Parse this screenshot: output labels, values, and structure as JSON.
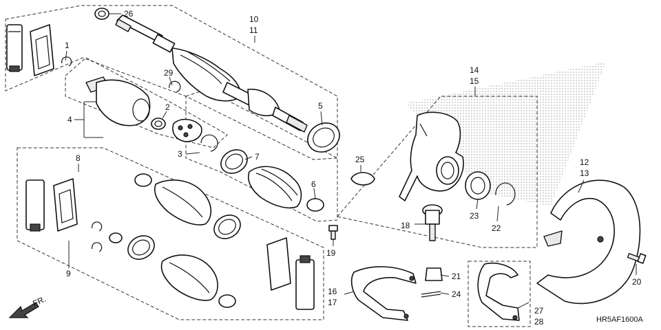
{
  "diagram": {
    "code": "HR5AF1600A",
    "front_indicator": "FR.",
    "callouts": [
      {
        "id": "c26",
        "text": "26"
      },
      {
        "id": "c1",
        "text": "1"
      },
      {
        "id": "c10",
        "text": "10"
      },
      {
        "id": "c11",
        "text": "11"
      },
      {
        "id": "c29",
        "text": "29"
      },
      {
        "id": "c2",
        "text": "2"
      },
      {
        "id": "c4",
        "text": "4"
      },
      {
        "id": "c3",
        "text": "3"
      },
      {
        "id": "c5",
        "text": "5"
      },
      {
        "id": "c7",
        "text": "7"
      },
      {
        "id": "c6",
        "text": "6"
      },
      {
        "id": "c8",
        "text": "8"
      },
      {
        "id": "c9",
        "text": "9"
      },
      {
        "id": "c14",
        "text": "14"
      },
      {
        "id": "c15",
        "text": "15"
      },
      {
        "id": "c25",
        "text": "25"
      },
      {
        "id": "c18",
        "text": "18"
      },
      {
        "id": "c23",
        "text": "23"
      },
      {
        "id": "c22",
        "text": "22"
      },
      {
        "id": "c12",
        "text": "12"
      },
      {
        "id": "c13",
        "text": "13"
      },
      {
        "id": "c19",
        "text": "19"
      },
      {
        "id": "c16",
        "text": "16"
      },
      {
        "id": "c17",
        "text": "17"
      },
      {
        "id": "c21",
        "text": "21"
      },
      {
        "id": "c24",
        "text": "24"
      },
      {
        "id": "c20",
        "text": "20"
      },
      {
        "id": "c27",
        "text": "27"
      },
      {
        "id": "c28",
        "text": "28"
      }
    ]
  }
}
